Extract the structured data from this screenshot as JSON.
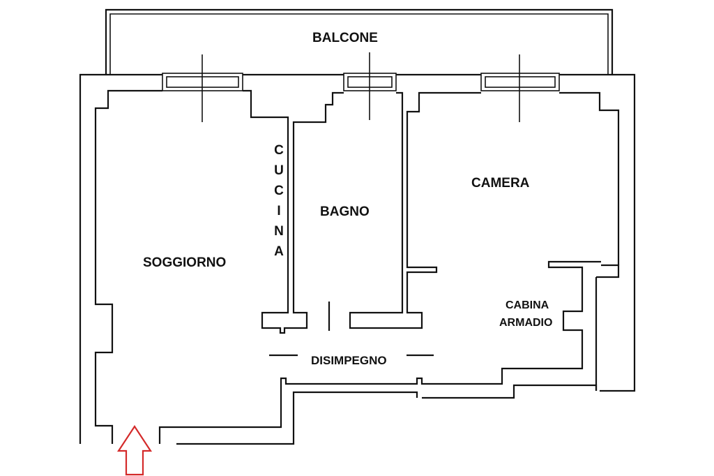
{
  "rooms": {
    "balcone": "BALCONE",
    "soggiorno": "SOGGIORNO",
    "cucina": "CUCINA",
    "bagno": "BAGNO",
    "camera": "CAMERA",
    "cabina_line1": "CABINA",
    "cabina_line2": "ARMADIO",
    "disimpegno": "DISIMPEGNO"
  },
  "colors": {
    "walls": "#111111",
    "entrance_arrow": "#d42a2a"
  }
}
